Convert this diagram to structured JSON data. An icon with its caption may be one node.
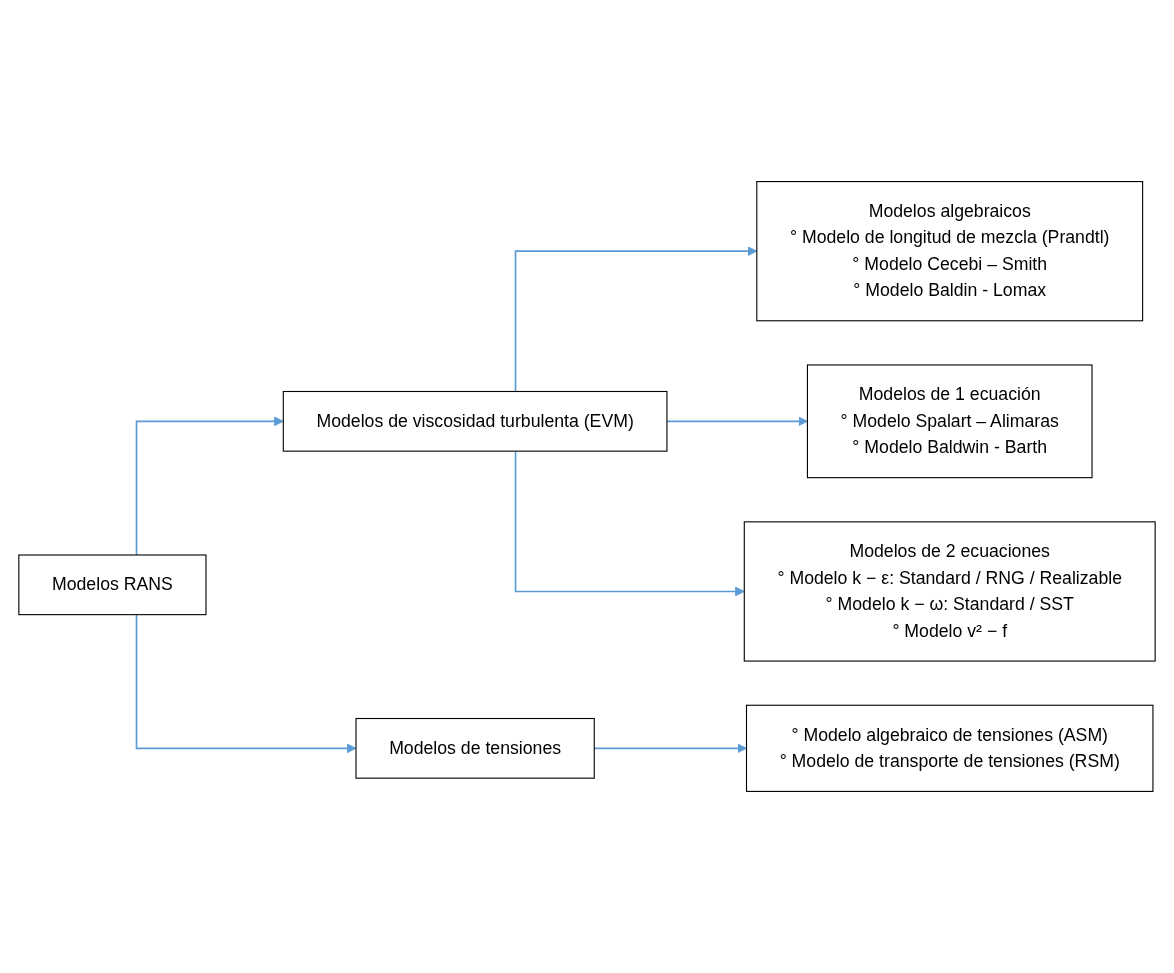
{
  "diagram": {
    "nodes": [
      {
        "text": [
          "Modelos RANS"
        ]
      },
      {
        "text": [
          "Modelos de viscosidad turbulenta (EVM)"
        ]
      },
      {
        "text": [
          "Modelos algebraicos",
          "° Modelo de longitud de mezcla (Prandtl)",
          "° Modelo Cecebi – Smith",
          "° Modelo Baldin - Lomax"
        ]
      },
      {
        "text": [
          "Modelos de 1 ecuación",
          "° Modelo Spalart – Alimaras",
          "° Modelo Baldwin - Barth"
        ]
      },
      {
        "text": [
          "Modelos de 2 ecuaciones",
          "° Modelo k − ε: Standard / RNG / Realizable",
          "° Modelo k − ω: Standard / SST",
          "° Modelo v² − f"
        ]
      },
      {
        "text": [
          "Modelos de tensiones"
        ]
      },
      {
        "text": [
          "° Modelo algebraico de tensiones (ASM)",
          "° Modelo de transporte de tensiones (RSM)"
        ]
      }
    ],
    "edges": [
      {
        "from": 0,
        "to": 1,
        "arrow": "to"
      },
      {
        "from": 0,
        "to": 5,
        "arrow": "to"
      },
      {
        "from": 1,
        "to": 2,
        "arrow": "to"
      },
      {
        "from": 1,
        "to": 3,
        "arrow": "to"
      },
      {
        "from": 1,
        "to": 4,
        "arrow": "to"
      },
      {
        "from": 5,
        "to": 6,
        "arrow": "to"
      }
    ]
  }
}
